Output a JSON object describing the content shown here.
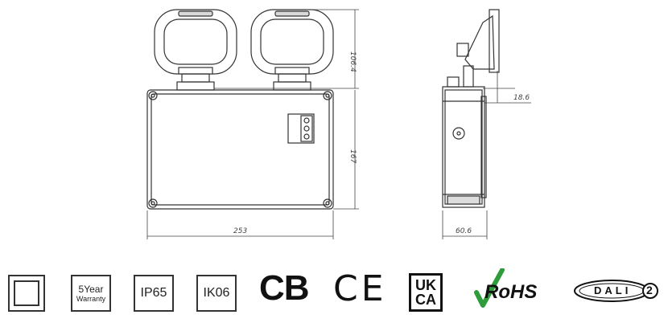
{
  "dimensions": {
    "head_height": "106.4",
    "body_height": "167",
    "body_width": "253",
    "side_depth": "60.6",
    "head_offset": "18.6"
  },
  "badges": {
    "warranty_line1": "5Year",
    "warranty_line2": "Warranty",
    "ip_rating": "IP65",
    "ik_rating": "IK06",
    "cb_mark": "CB",
    "ce_mark": "CE",
    "ukca_line1": "UK",
    "ukca_line2": "CA",
    "rohs_mark": "RoHS",
    "dali_mark": "DALI",
    "dali_version": "2"
  }
}
